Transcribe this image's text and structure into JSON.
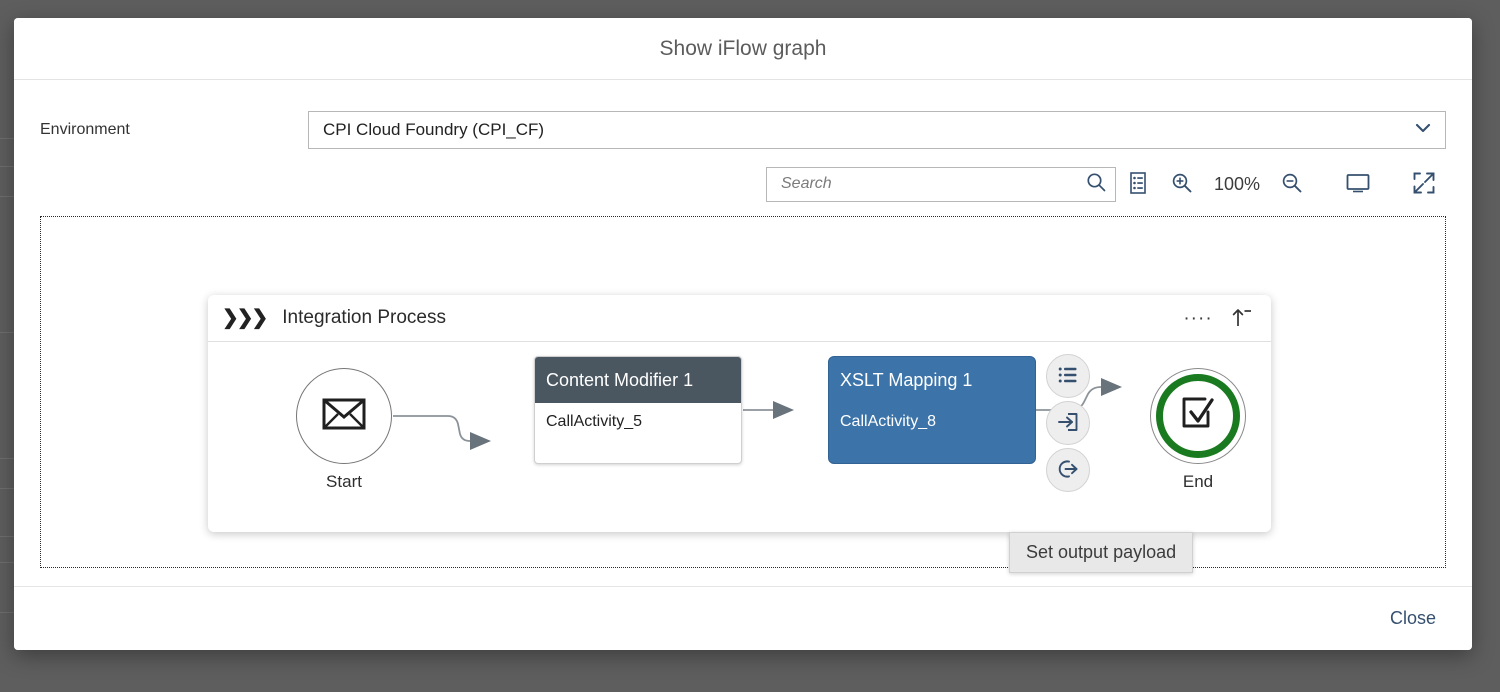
{
  "dialog": {
    "title": "Show iFlow graph",
    "close_label": "Close"
  },
  "form": {
    "environment_label": "Environment",
    "environment_value": "CPI Cloud Foundry (CPI_CF)",
    "environment_chevron_icon": "chevron-down-icon"
  },
  "toolbar": {
    "search_placeholder": "Search",
    "search_value": "",
    "search_icon": "search-icon",
    "legend_icon": "legend-list-icon",
    "zoom_in_icon": "zoom-in-icon",
    "zoom_level": "100%",
    "zoom_out_icon": "zoom-out-icon",
    "fit_screen_icon": "monitor-icon",
    "fullscreen_icon": "fullscreen-expand-icon"
  },
  "pool": {
    "chevrons_icon": "chevrons-right-icon",
    "title": "Integration Process",
    "overflow_icon": "four-dots-icon",
    "collapse_icon": "arrow-up-collapse-icon"
  },
  "flow": {
    "nodes": [
      {
        "id": "start",
        "type": "start-event",
        "label": "Start",
        "icon": "envelope-icon"
      },
      {
        "id": "content-modifier-1",
        "type": "task",
        "title": "Content Modifier 1",
        "subtitle": "CallActivity_5",
        "selected": false,
        "header_color": "#4a5660"
      },
      {
        "id": "xslt-mapping-1",
        "type": "task",
        "title": "XSLT Mapping 1",
        "subtitle": "CallActivity_8",
        "selected": true,
        "header_color": "#3c73a8"
      },
      {
        "id": "end",
        "type": "end-event",
        "label": "End",
        "icon": "checkbox-check-icon",
        "ring_color": "#1a7a1f"
      }
    ],
    "node_actions": [
      {
        "id": "show-properties",
        "icon": "bullet-list-icon",
        "tooltip": ""
      },
      {
        "id": "set-input-payload",
        "icon": "arrow-into-box-icon",
        "tooltip": ""
      },
      {
        "id": "set-output-payload",
        "icon": "arrow-out-circle-icon",
        "tooltip": "Set output payload"
      }
    ]
  },
  "tooltip": {
    "text": "Set output payload"
  },
  "colors": {
    "backdrop": "#5e5e5e",
    "accent_blue": "#35506f",
    "node_blue": "#3c73a8",
    "node_dark": "#4a5660",
    "end_green": "#1a7a1f"
  }
}
